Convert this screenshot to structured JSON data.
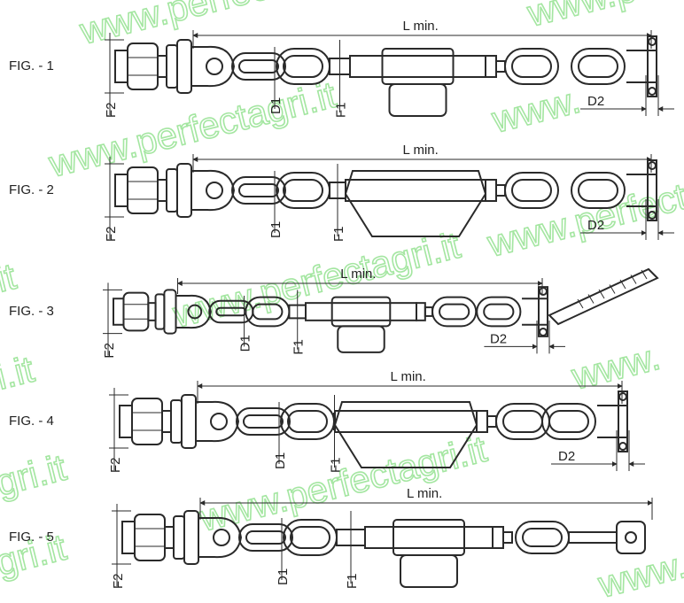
{
  "watermark": {
    "text_variants": [
      "www.perfectagri.it",
      "www.perfect",
      "www.perfe",
      "gri.it",
      "i.it",
      "it",
      "www."
    ],
    "color": "#8ee08a"
  },
  "figures": [
    {
      "label": "FIG. - 1",
      "dims": {
        "length": "L min.",
        "f2": "F2",
        "d1": "D1",
        "f1": "F1",
        "d2": "D2"
      }
    },
    {
      "label": "FIG. - 2",
      "dims": {
        "length": "L min.",
        "f2": "F2",
        "d1": "D1",
        "f1": "F1",
        "d2": "D2"
      }
    },
    {
      "label": "FIG. - 3",
      "dims": {
        "length": "L min.",
        "f2": "F2",
        "d1": "D1",
        "f1": "F1",
        "d2": "D2"
      }
    },
    {
      "label": "FIG. - 4",
      "dims": {
        "length": "L min.",
        "f2": "F2",
        "d1": "D1",
        "f1": "F1",
        "d2": "D2"
      }
    },
    {
      "label": "FIG. - 5",
      "dims": {
        "length": "L min.",
        "f2": "F2",
        "d1": "D1",
        "f1": "F1"
      }
    }
  ]
}
